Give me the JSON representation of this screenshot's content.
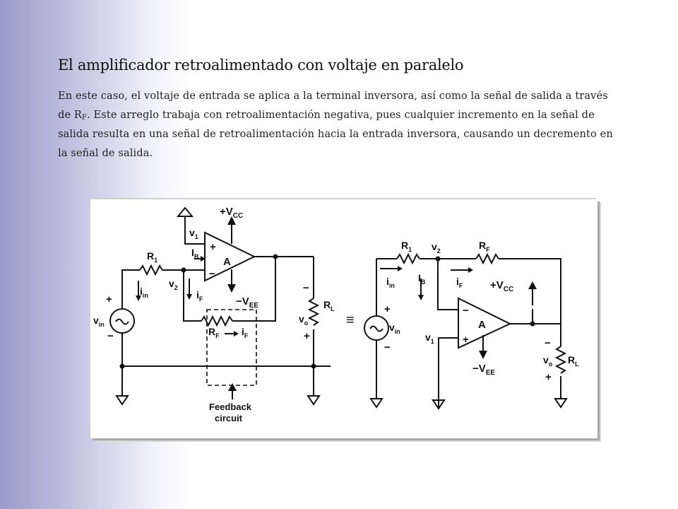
{
  "slide": {
    "title": "El amplificador retroalimentado con voltaje en paralelo",
    "body_before": "En este caso, el voltaje de entrada se aplica a la terminal inversora, así como la señal de salida a través de R",
    "body_sub": "F",
    "body_after": ". Este arreglo trabaja con retroalimentación negativa, pues cualquier incremento en la señal de salida resulta en una señal de retroalimentación hacia la entrada inversora, causando un decremento en la señal de salida."
  },
  "figure": {
    "left": {
      "vcc": "+V",
      "vcc_sub": "CC",
      "vee": "−V",
      "vee_sub": "EE",
      "amp": "A",
      "plus": "+",
      "minus": "−",
      "v1": "v",
      "v1_sub": "1",
      "v2": "v",
      "v2_sub": "2",
      "r1": "R",
      "r1_sub": "1",
      "ib": "I",
      "ib_sub": "B",
      "iin": "i",
      "iin_sub": "in",
      "if_left": "i",
      "if_left_sub": "F",
      "vin": "v",
      "vin_sub": "in",
      "rf": "R",
      "rf_sub": "F",
      "if_box": "i",
      "if_box_sub": "F",
      "rl": "R",
      "rl_sub": "L",
      "vo": "v",
      "vo_sub": "o",
      "feedback_1": "Feedback",
      "feedback_2": "circuit"
    },
    "equiv": "≡",
    "right": {
      "r1": "R",
      "r1_sub": "1",
      "v2": "v",
      "v2_sub": "2",
      "rf": "R",
      "rf_sub": "F",
      "iin": "i",
      "iin_sub": "in",
      "ib": "I",
      "ib_sub": "B",
      "if": "i",
      "if_sub": "F",
      "vcc": "+V",
      "vcc_sub": "CC",
      "vee": "−V",
      "vee_sub": "EE",
      "amp": "A",
      "v1": "v",
      "v1_sub": "1",
      "vin": "v",
      "vin_sub": "in",
      "vo": "v",
      "vo_sub": "o",
      "rl": "R",
      "rl_sub": "L",
      "plus": "+",
      "minus": "−"
    }
  }
}
